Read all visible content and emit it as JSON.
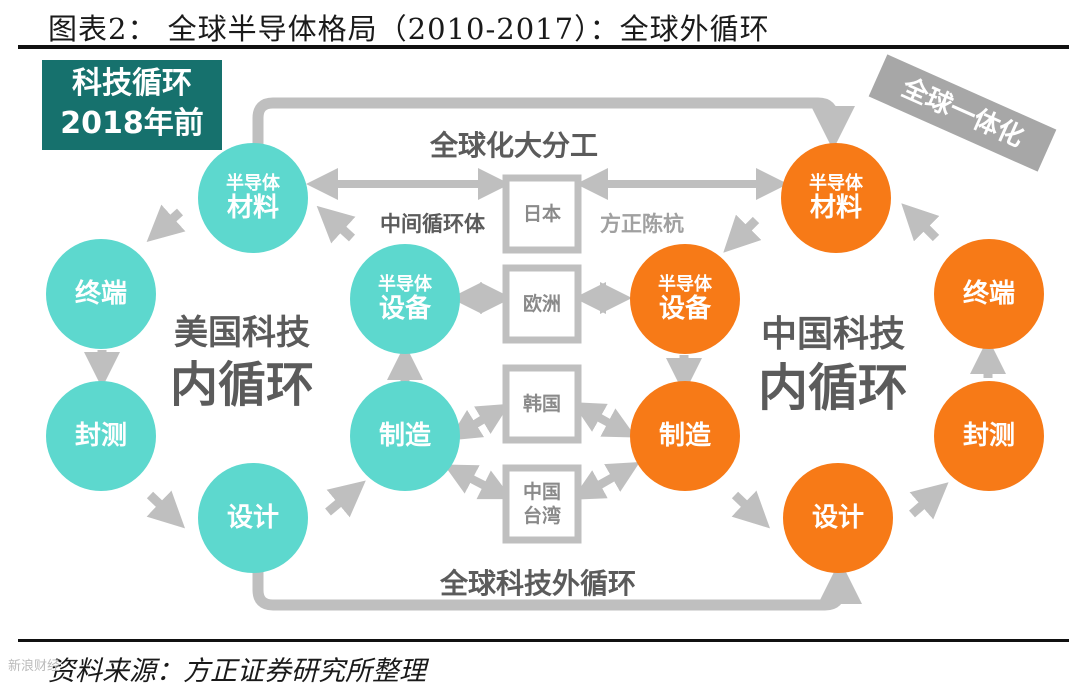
{
  "caption": "图表2：  全球半导体格局（2010-2017）：全球外循环",
  "source": "资料来源：方正证券研究所整理",
  "watermark": "新浪财经",
  "era_badge": {
    "line1": "科技循环",
    "line2": "2018年前"
  },
  "tilt_label": "全球一体化",
  "top_label": "全球化大分工",
  "bottom_label": "全球科技外循环",
  "middle_body_label": "中间循环体",
  "fangzheng_label": "方正陈杭",
  "us_loop": {
    "line1": "美国科技",
    "line2": "内循环"
  },
  "cn_loop": {
    "line1": "中国科技",
    "line2": "内循环"
  },
  "countries": [
    {
      "line1": "日本",
      "line2": ""
    },
    {
      "line1": "欧洲",
      "line2": ""
    },
    {
      "line1": "韩国",
      "line2": ""
    },
    {
      "line1": "中国",
      "line2": "台湾"
    }
  ],
  "us_nodes": {
    "materials": {
      "small": "半导体",
      "big": "材料"
    },
    "equipment": {
      "small": "半导体",
      "big": "设备"
    },
    "terminal": "终端",
    "packaging": "封测",
    "manufacturing": "制造",
    "design": "设计"
  },
  "cn_nodes": {
    "materials": {
      "small": "半导体",
      "big": "材料"
    },
    "equipment": {
      "small": "半导体",
      "big": "设备"
    },
    "terminal": "终端",
    "packaging": "封测",
    "manufacturing": "制造",
    "design": "设计"
  },
  "colors": {
    "teal": "#5dd8ce",
    "orange": "#f77a17",
    "badge": "#16716d",
    "arrow": "#bfbfbf"
  }
}
